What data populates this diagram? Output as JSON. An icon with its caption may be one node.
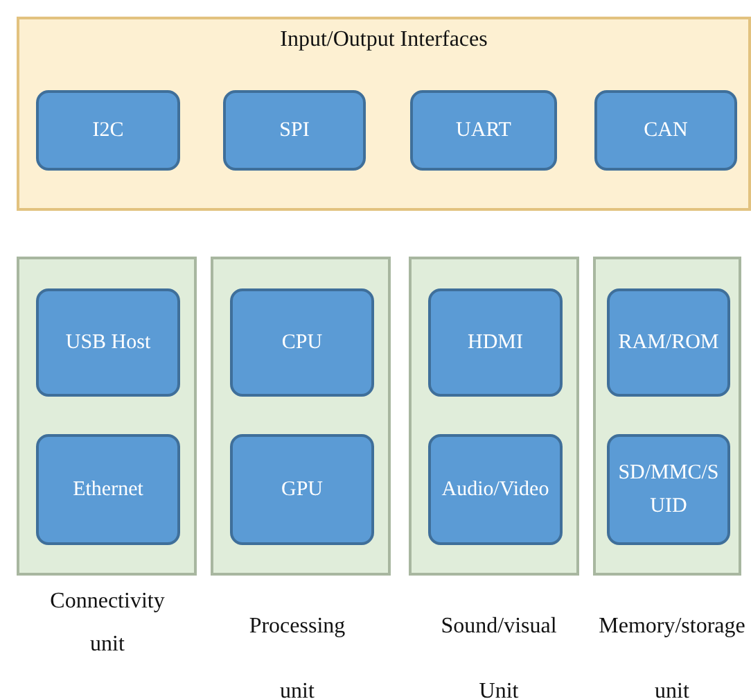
{
  "diagram": {
    "nodes": [
      {
        "text": [
          "Input/Output Interfaces"
        ]
      },
      {
        "text": [
          "I2C"
        ],
        "in": 0
      },
      {
        "text": [
          "SPI"
        ],
        "in": 0
      },
      {
        "text": [
          "UART"
        ],
        "in": 0
      },
      {
        "text": [
          "CAN"
        ],
        "in": 0
      },
      {
        "text": [],
        "shape": "box",
        "beside": [
          "Connectivity unit"
        ]
      },
      {
        "text": [
          "USB Host"
        ],
        "in": 5
      },
      {
        "text": [
          "Ethernet"
        ],
        "in": 5
      },
      {
        "text": [],
        "shape": "box",
        "beside": [
          "Processing unit"
        ]
      },
      {
        "text": [
          "CPU"
        ],
        "in": 8
      },
      {
        "text": [
          "GPU"
        ],
        "in": 8
      },
      {
        "text": [],
        "shape": "box",
        "beside": [
          "Sound/visual Unit"
        ]
      },
      {
        "text": [
          "HDMI"
        ],
        "in": 11
      },
      {
        "text": [
          "Audio/Video"
        ],
        "in": 11
      },
      {
        "text": [],
        "shape": "box",
        "beside": [
          "Memory/storage unit"
        ]
      },
      {
        "text": [
          "RAM/ROM"
        ],
        "in": 14
      },
      {
        "text": [
          "SD/MMC/SUID"
        ],
        "in": 14
      }
    ]
  }
}
